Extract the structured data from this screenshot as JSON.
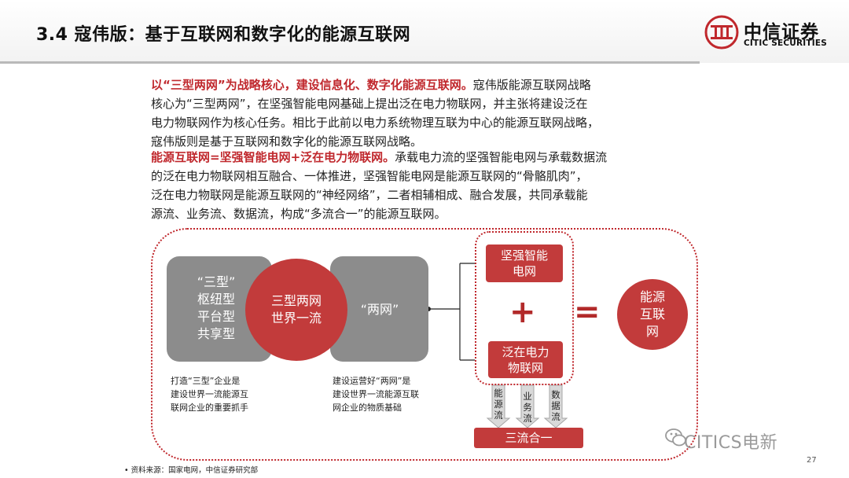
{
  "header": {
    "title": "3.4 寇伟版：基于互联网和数字化的能源互联网",
    "logo_cn": "中信证券",
    "logo_en": "CITIC SECURITIES"
  },
  "body": {
    "p1_highlight": "以“三型两网”为战略核心，建设信息化、数字化能源互联网。",
    "p1_lines": [
      "寇伟版能源互联网战略",
      "核心为“三型两网”，在坚强智能电网基础上提出泛在电力物联网，并主张将建设泛在",
      "电力物联网作为核心任务。相比于此前以电力系统物理互联为中心的能源互联网战略，",
      "寇伟版则是基于互联网和数字化的能源互联网战略。"
    ],
    "p2_highlight": "能源互联网=坚强智能电网+泛在电力物联网。",
    "p2_lines": [
      "承载电力流的坚强智能电网与承载数据流",
      "的泛在电力物联网相互融合、一体推进，坚强智能电网是能源互联网的“骨骼肌肉”，",
      "泛在电力物联网是能源互联网的“神经网络”，二者相辅相成、融合发展，共同承载能",
      "源流、业务流、数据流，构成“多流合一”的能源互联网。"
    ]
  },
  "diagram": {
    "left_box_lines": [
      "“三型”",
      "枢纽型",
      "平台型",
      "共享型"
    ],
    "center_circle_lines": [
      "三型两网",
      "世界一流"
    ],
    "right_box_label": "“两网”",
    "note_left_lines": [
      "打造“三型”企业是",
      "建设世界一流能源互",
      "联网企业的重要抓手"
    ],
    "note_right_lines": [
      "建设运营好“两网”是",
      "建设世界一流能源互联",
      "网企业的物质基础"
    ],
    "box_top_lines": [
      "坚强智能",
      "电网"
    ],
    "box_bottom_lines": [
      "泛在电力",
      "物联网"
    ],
    "plus": "+",
    "equals": "=",
    "result_lines": [
      "能源",
      "互联",
      "网"
    ],
    "flows": [
      {
        "chars": [
          "能",
          "源",
          "流"
        ]
      },
      {
        "chars": [
          "业",
          "务",
          "流"
        ]
      },
      {
        "chars": [
          "数",
          "据",
          "流"
        ]
      }
    ],
    "merge_label": "三流合一"
  },
  "footer": {
    "source": "• 资料来源：国家电网，中信证券研究部",
    "page": "27",
    "watermark": "CITICS电新"
  },
  "colors": {
    "accent_red": "#c0282d",
    "shape_red": "#c23b3b",
    "gray_box": "#8c8c8c"
  }
}
